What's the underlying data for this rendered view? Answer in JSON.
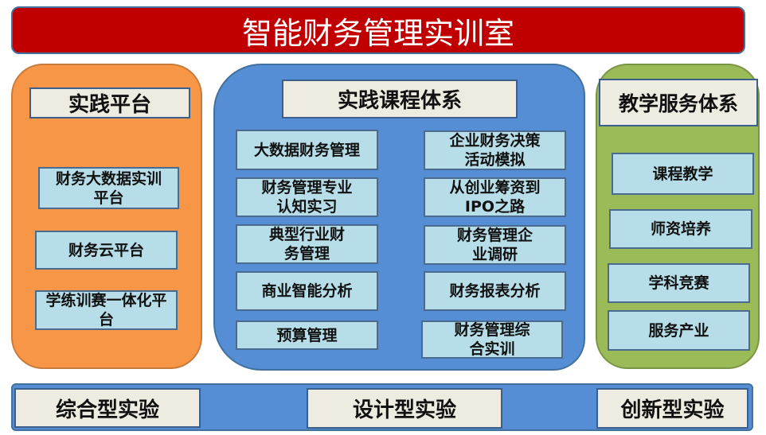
{
  "title": "智能财务管理实训室",
  "left": {
    "header": "实践平台",
    "items": [
      "财务大数据实训平台",
      "财务云平台",
      "学练训赛一体化平台"
    ]
  },
  "center": {
    "header": "实践课程体系",
    "left_items": [
      "大数据财务管理",
      "财务管理专业认知实习",
      "典型行业财务管理",
      "商业智能分析",
      "预算管理"
    ],
    "right_items": [
      "企业财务决策活动模拟",
      "从创业筹资到IPO之路",
      "财务管理企业调研",
      "财务报表分析",
      "财务管理综合实训"
    ]
  },
  "right": {
    "header": "教学服务体系",
    "items": [
      "课程教学",
      "师资培养",
      "学科竞赛",
      "服务产业"
    ]
  },
  "bottom": [
    "综合型实验",
    "设计型实验",
    "创新型实验"
  ],
  "colors": {
    "title": "#C00000",
    "left": "#F79646",
    "center": "#558ED5",
    "right": "#9BBB59",
    "box": "#B7DEE8",
    "header": "#EEECE1"
  }
}
